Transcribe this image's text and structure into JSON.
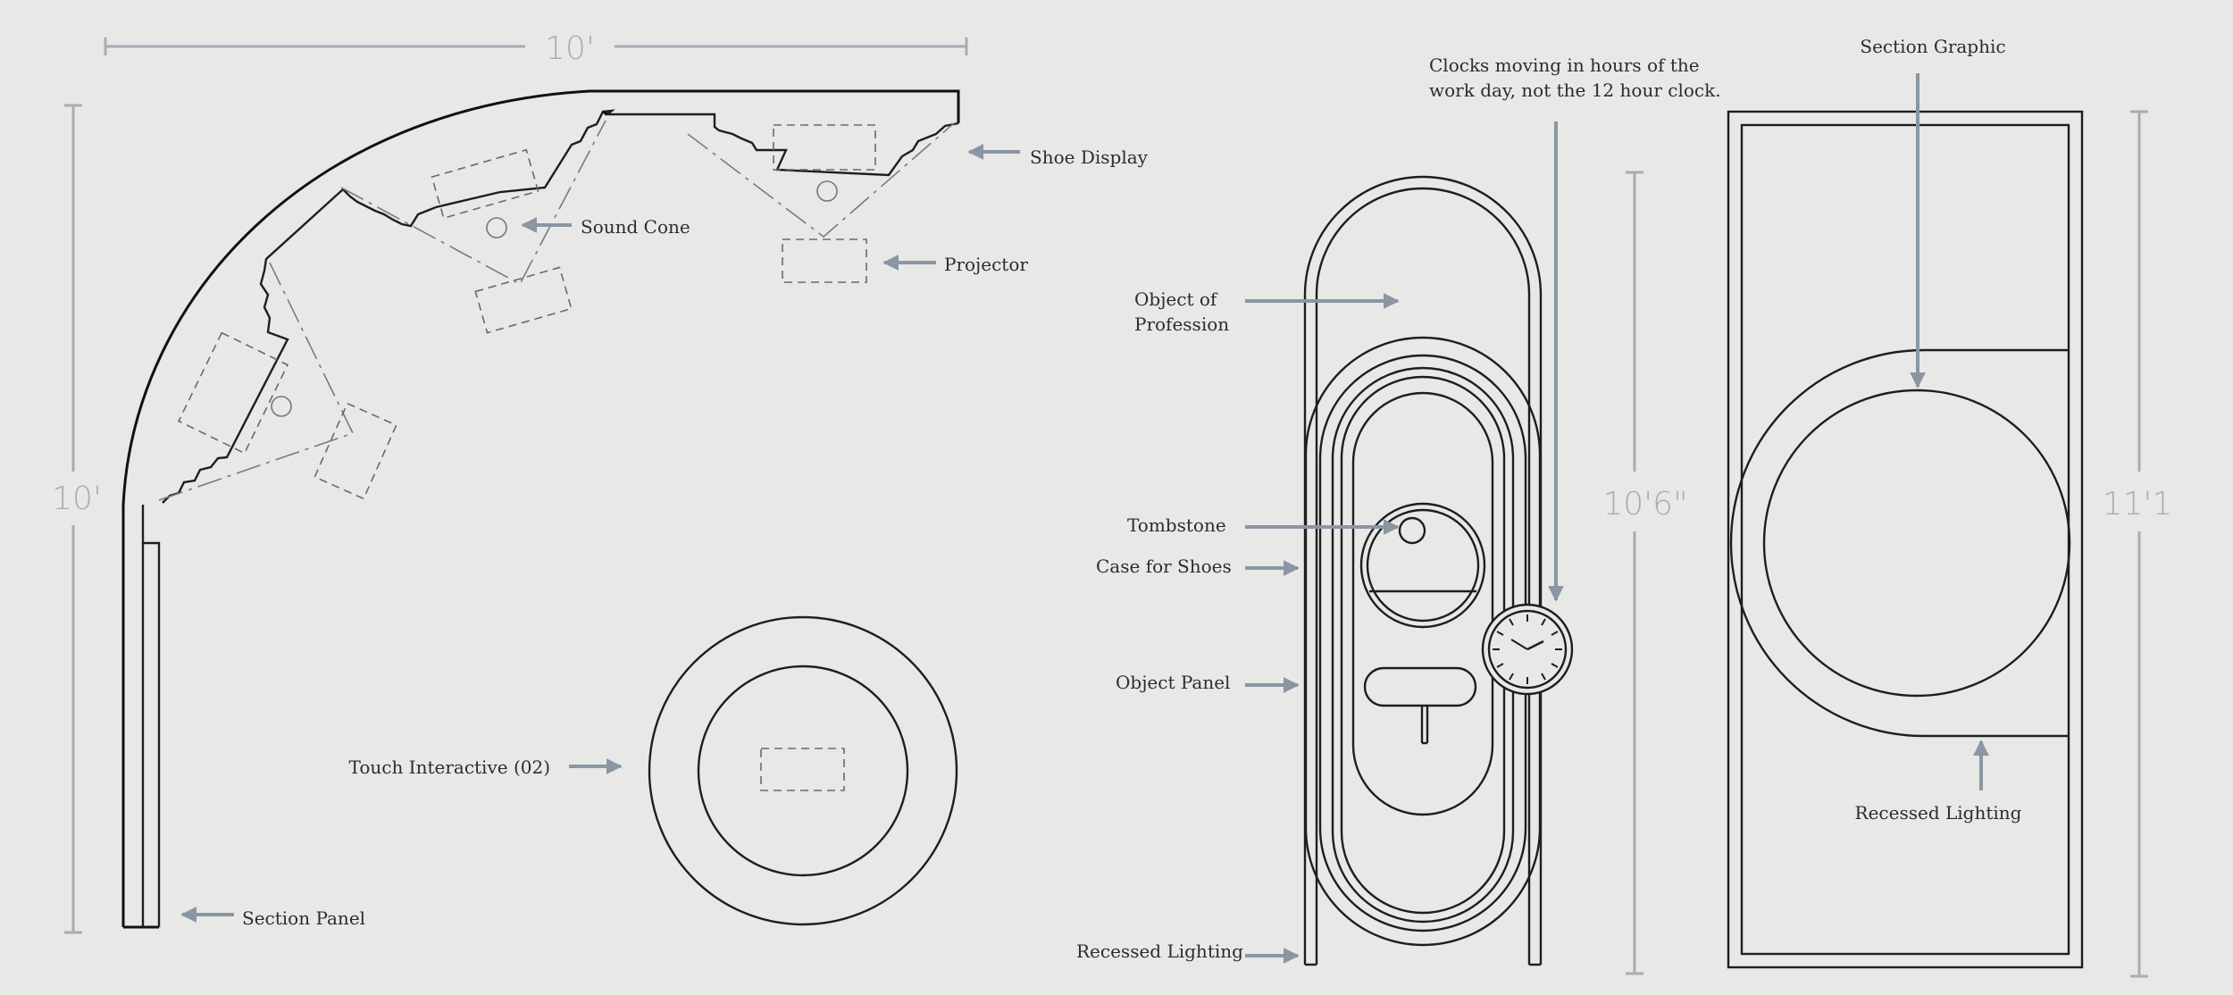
{
  "colors": {
    "background": "#e8e8e6",
    "linework": "#1e1e1e",
    "arrow": "#8a96a3",
    "dimension": "#a6adb6"
  },
  "plan": {
    "dim_top": "10'",
    "dim_left": "10'",
    "labels": {
      "shoe_display": "Shoe Display",
      "sound_cone": "Sound Cone",
      "projector": "Projector",
      "touch_interactive": "Touch Interactive (02)",
      "section_panel": "Section Panel"
    }
  },
  "elevation": {
    "note_line1": "Clocks moving in hours of the",
    "note_line2": "work day, not the 12 hour clock.",
    "object_of_line1": "Object of",
    "object_of_line2": "Profession",
    "tombstone": "Tombstone",
    "case_for_shoes": "Case for Shoes",
    "object_panel": "Object Panel",
    "recessed_lighting": "Recessed Lighting",
    "height": "10'6\""
  },
  "section": {
    "title": "Section Graphic",
    "recessed_lighting": "Recessed Lighting",
    "height": "11'1"
  }
}
